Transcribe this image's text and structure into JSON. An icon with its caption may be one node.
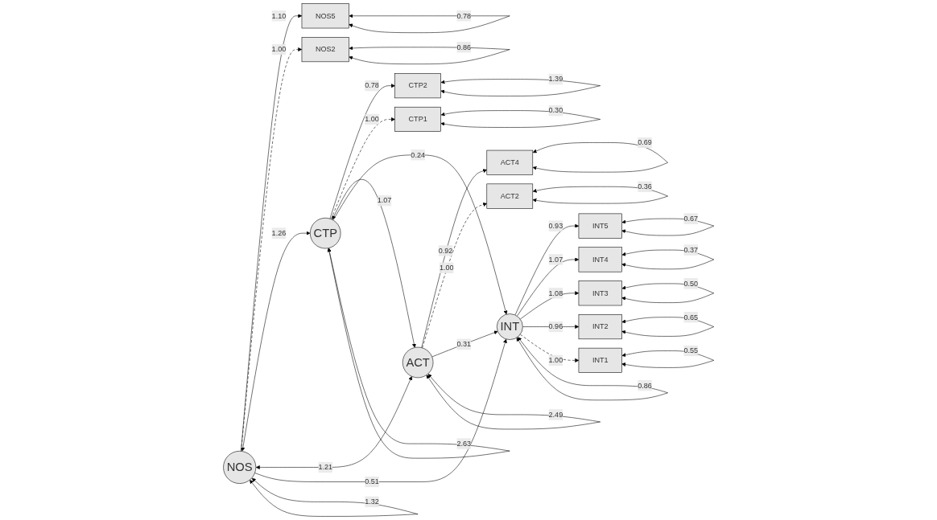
{
  "diagram": {
    "nodes": [
      {
        "text": [
          "NOS5"
        ]
      },
      {
        "text": [
          "NOS2"
        ]
      },
      {
        "text": [
          "CTP2"
        ]
      },
      {
        "text": [
          "CTP1"
        ]
      },
      {
        "text": [
          "ACT4"
        ]
      },
      {
        "text": [
          "ACT2"
        ]
      },
      {
        "text": [
          "NOS"
        ]
      },
      {
        "text": [
          "CTP"
        ]
      },
      {
        "text": [
          "ACT"
        ]
      },
      {
        "text": [
          "INT"
        ]
      },
      {
        "text": [
          "INT5"
        ]
      },
      {
        "text": [
          "INT4"
        ]
      },
      {
        "text": [
          "INT3"
        ]
      },
      {
        "text": [
          "INT2"
        ]
      },
      {
        "text": [
          "INT1"
        ]
      }
    ],
    "edges": [
      {
        "from": 6,
        "to": 0,
        "arrow": "to",
        "label": "1.10"
      },
      {
        "from": 6,
        "to": 1,
        "arrow": "to",
        "label": "1.00",
        "style": "dashed"
      },
      {
        "from": 7,
        "to": 2,
        "arrow": "to",
        "label": "0.78"
      },
      {
        "from": 7,
        "to": 3,
        "arrow": "to",
        "label": "1.00",
        "style": "dashed"
      },
      {
        "from": 8,
        "to": 4,
        "arrow": "to",
        "label": "0.92"
      },
      {
        "from": 8,
        "to": 5,
        "arrow": "to",
        "label": "1.00",
        "style": "dashed"
      },
      {
        "from": 6,
        "to": 7,
        "arrow": "both",
        "label": "1.26"
      },
      {
        "from": 6,
        "to": 8,
        "arrow": "both",
        "label": "1.21"
      },
      {
        "from": 7,
        "to": 8,
        "arrow": "both",
        "label": "1.07"
      },
      {
        "from": 6,
        "to": 9,
        "arrow": "to",
        "label": "0.51"
      },
      {
        "from": 7,
        "to": 9,
        "arrow": "to",
        "label": "0.24"
      },
      {
        "from": 8,
        "to": 9,
        "arrow": "to",
        "label": "0.31"
      },
      {
        "from": 9,
        "to": 10,
        "arrow": "to",
        "label": "0.93"
      },
      {
        "from": 9,
        "to": 11,
        "arrow": "to",
        "label": "1.07"
      },
      {
        "from": 9,
        "to": 12,
        "arrow": "to",
        "label": "1.08"
      },
      {
        "from": 9,
        "to": 13,
        "arrow": "to",
        "label": "0.96"
      },
      {
        "from": 9,
        "to": 14,
        "arrow": "to",
        "label": "1.00",
        "style": "dashed"
      },
      {
        "from": 6,
        "to": 6,
        "arrow": "both",
        "label": "1.32"
      },
      {
        "from": 7,
        "to": 7,
        "arrow": "both",
        "label": "2.63"
      },
      {
        "from": 8,
        "to": 8,
        "arrow": "both",
        "label": "2.49"
      },
      {
        "from": 9,
        "to": 9,
        "arrow": "both",
        "label": "0.86"
      },
      {
        "from": 0,
        "to": 0,
        "arrow": "both",
        "label": "0.78"
      },
      {
        "from": 1,
        "to": 1,
        "arrow": "both",
        "label": "0.86"
      },
      {
        "from": 2,
        "to": 2,
        "arrow": "both",
        "label": "1.39"
      },
      {
        "from": 3,
        "to": 3,
        "arrow": "both",
        "label": "0.30"
      },
      {
        "from": 4,
        "to": 4,
        "arrow": "both",
        "label": "0.69"
      },
      {
        "from": 5,
        "to": 5,
        "arrow": "both",
        "label": "0.36"
      },
      {
        "from": 10,
        "to": 10,
        "arrow": "both",
        "label": "0.67"
      },
      {
        "from": 11,
        "to": 11,
        "arrow": "both",
        "label": "0.37"
      },
      {
        "from": 12,
        "to": 12,
        "arrow": "both",
        "label": "0.50"
      },
      {
        "from": 13,
        "to": 13,
        "arrow": "both",
        "label": "0.65"
      },
      {
        "from": 14,
        "to": 14,
        "arrow": "both",
        "label": "0.55"
      }
    ]
  }
}
